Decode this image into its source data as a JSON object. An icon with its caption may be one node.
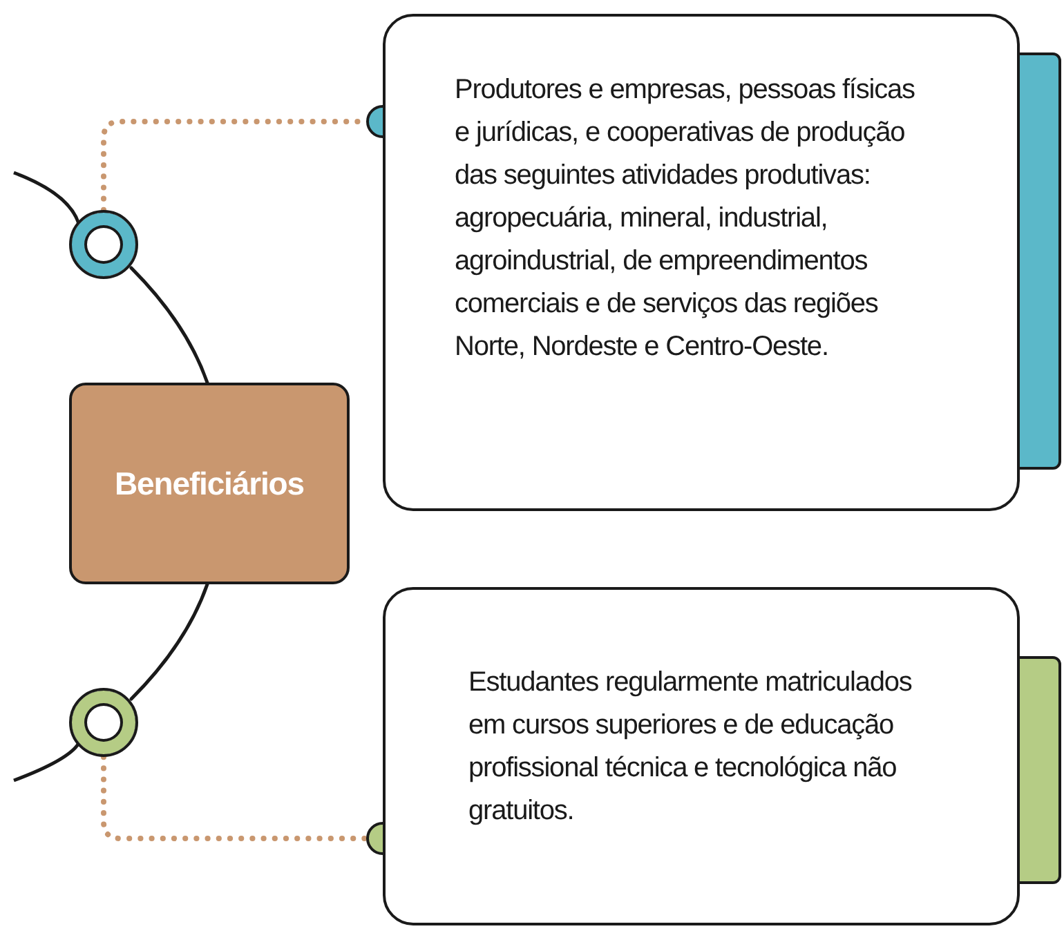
{
  "diagram": {
    "nodes": [
      {
        "text": [
          "Beneficiários"
        ]
      },
      {
        "text": [],
        "shape": "circle"
      },
      {
        "text": [
          "Produtores e empresas, pessoas físicas e jurídicas, e cooperativas de produção das seguintes atividades produtivas: agropecuária, mineral, industrial, agroindustrial, de empreendimentos comerciais e de serviços das regiões Norte, Nordeste e Centro-Oeste."
        ]
      },
      {
        "text": [],
        "shape": "circle"
      },
      {
        "text": [
          "Estudantes regularmente matriculados em cursos superiores e de educação profissional técnica e tecnológica não gratuitos."
        ]
      }
    ],
    "edges": [
      {
        "from": 1,
        "to": 0,
        "arrow": "none"
      },
      {
        "from": 0,
        "to": 3,
        "arrow": "none"
      },
      {
        "from": 1,
        "to": 2,
        "arrow": "other",
        "style": "dashed",
        "color": "#c9976f"
      },
      {
        "from": 3,
        "to": 4,
        "arrow": "other",
        "style": "dashed",
        "color": "#c9976f"
      }
    ]
  }
}
